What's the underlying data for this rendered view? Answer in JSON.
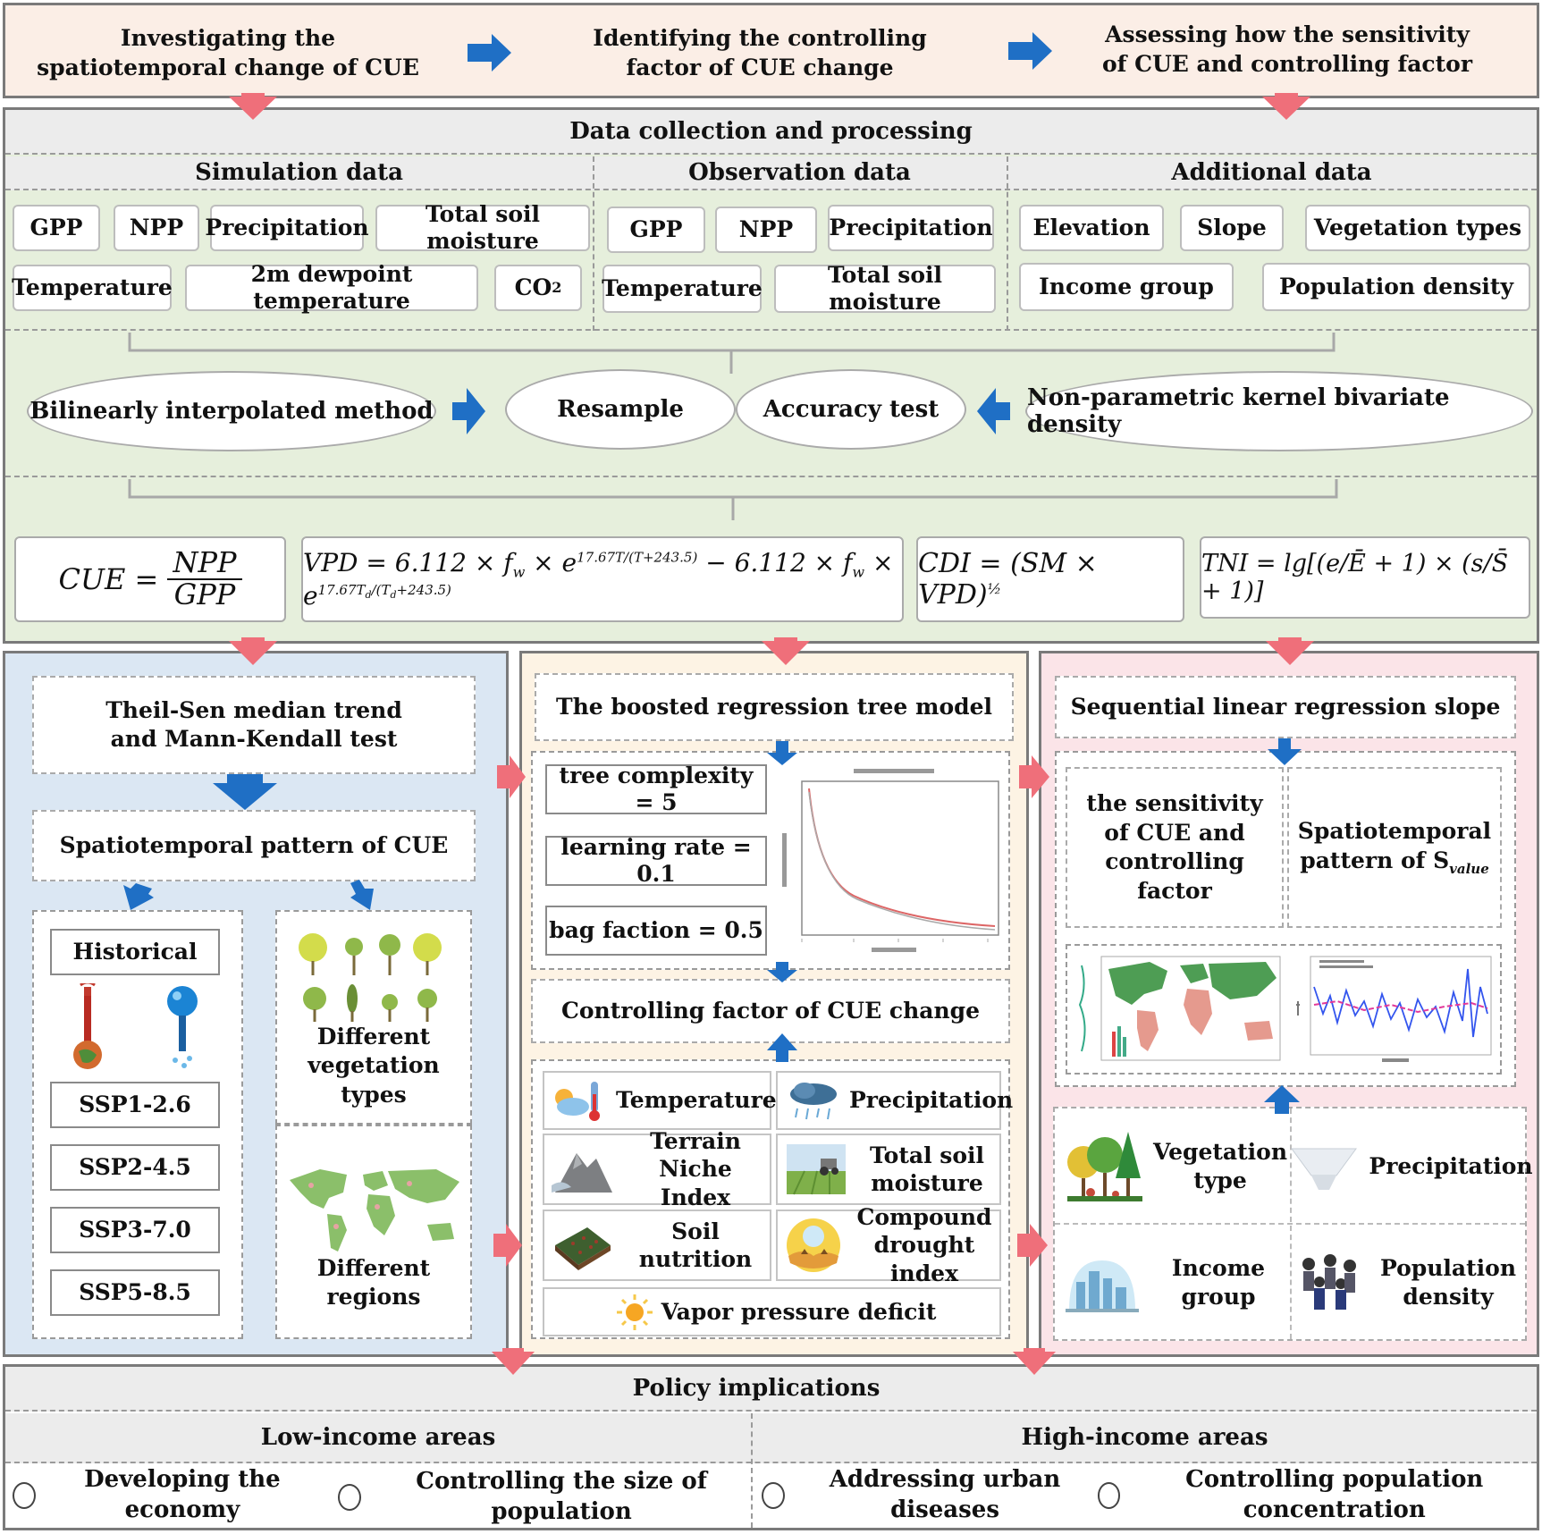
{
  "top": {
    "step1": "Investigating the spatiotemporal change of CUE",
    "step2": "Identifying the controlling factor of CUE change",
    "step3": "Assessing how the sensitivity of CUE and controlling factor"
  },
  "data_section": {
    "title": "Data collection and processing",
    "simulation": {
      "title": "Simulation data",
      "items": [
        "GPP",
        "NPP",
        "Precipitation",
        "Total soil moisture",
        "Temperature",
        "2m dewpoint temperature",
        "CO",
        "2"
      ]
    },
    "observation": {
      "title": "Observation data",
      "items": [
        "GPP",
        "NPP",
        "Precipitation",
        "Temperature",
        "Total soil moisture"
      ]
    },
    "additional": {
      "title": "Additional data",
      "items": [
        "Elevation",
        "Slope",
        "Vegetation types",
        "Income group",
        "Population density"
      ]
    },
    "methods": [
      "Bilinearly interpolated method",
      "Resample",
      "Accuracy test",
      "Non-parametric kernel bivariate density"
    ]
  },
  "left_panel": {
    "trend": "Theil-Sen median trend and Mann-Kendall test",
    "pattern": "Spatiotemporal pattern of CUE",
    "historical": "Historical",
    "ssps": [
      "SSP1-2.6",
      "SSP2-4.5",
      "SSP3-7.0",
      "SSP5-8.5"
    ],
    "veg_types": "Different vegetation types",
    "regions": "Different regions"
  },
  "mid_panel": {
    "title": "The boosted regression tree model",
    "params": [
      "tree complexity = 5",
      "learning rate = 0.1",
      "bag faction = 0.5"
    ],
    "controlling": "Controlling factor of CUE change",
    "factors": [
      "Temperature",
      "Precipitation",
      "Terrain Niche Index",
      "Total soil moisture",
      "Soil nutrition",
      "Compound drought index",
      "Vapor pressure deficit"
    ]
  },
  "right_panel": {
    "title": "Sequential linear regression slope",
    "sensitivity": "the sensitivity of CUE and controlling factor",
    "pattern": "Spatiotemporal pattern of S",
    "pattern_sub": "value",
    "factors": [
      "Vegetation type",
      "Precipitation",
      "Income group",
      "Population density"
    ]
  },
  "policy": {
    "title": "Policy implications",
    "low": "Low-income areas",
    "high": "High-income areas",
    "low_items": [
      "Developing the economy",
      "Controlling the size of population"
    ],
    "high_items": [
      "Addressing urban diseases",
      "Controlling population concentration"
    ]
  },
  "colors": {
    "top_bg": "#fbeee6",
    "data_bg": "#e6efdc",
    "header_bg": "#ececec",
    "left_bg": "#dbe7f3",
    "mid_bg": "#fdf3e4",
    "right_bg": "#fbe4e8",
    "blue_arrow": "#1f6fc5",
    "red_arrow": "#ef6f7a"
  }
}
